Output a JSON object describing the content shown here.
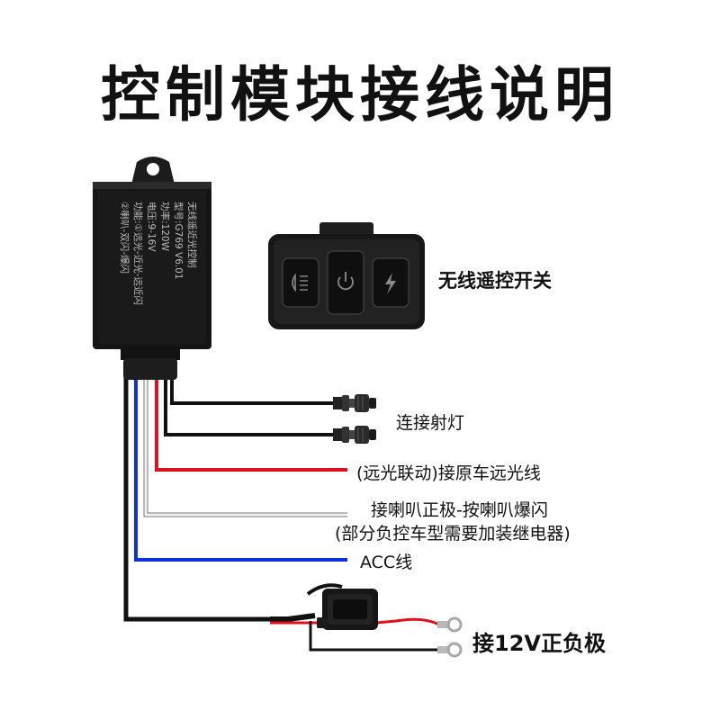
{
  "title": "控制模块接线说明",
  "module": {
    "label_lines": [
      "无线遥近光控制",
      "型号:G769 V6.01",
      "功率:120W",
      "电压:9-16V",
      "功能:①远光-近光-远近闪",
      "②喇叭-双闪-爆闪"
    ]
  },
  "remote": {
    "label": "无线遥控开关",
    "buttons": [
      "spotlight-icon",
      "power-icon",
      "flash-icon"
    ]
  },
  "wires": {
    "spotlight": "连接射灯",
    "high_beam": "(远光联动)接原车远光线",
    "horn_line1": "接喇叭正极-按喇叭爆闪",
    "horn_line2": "(部分负控车型需要加装继电器)",
    "acc": "ACC线",
    "power": "接12V正负极"
  },
  "colors": {
    "red": "#e0101c",
    "blue": "#1030e0",
    "black": "#111111",
    "white_wire": "#f2f2f2"
  }
}
